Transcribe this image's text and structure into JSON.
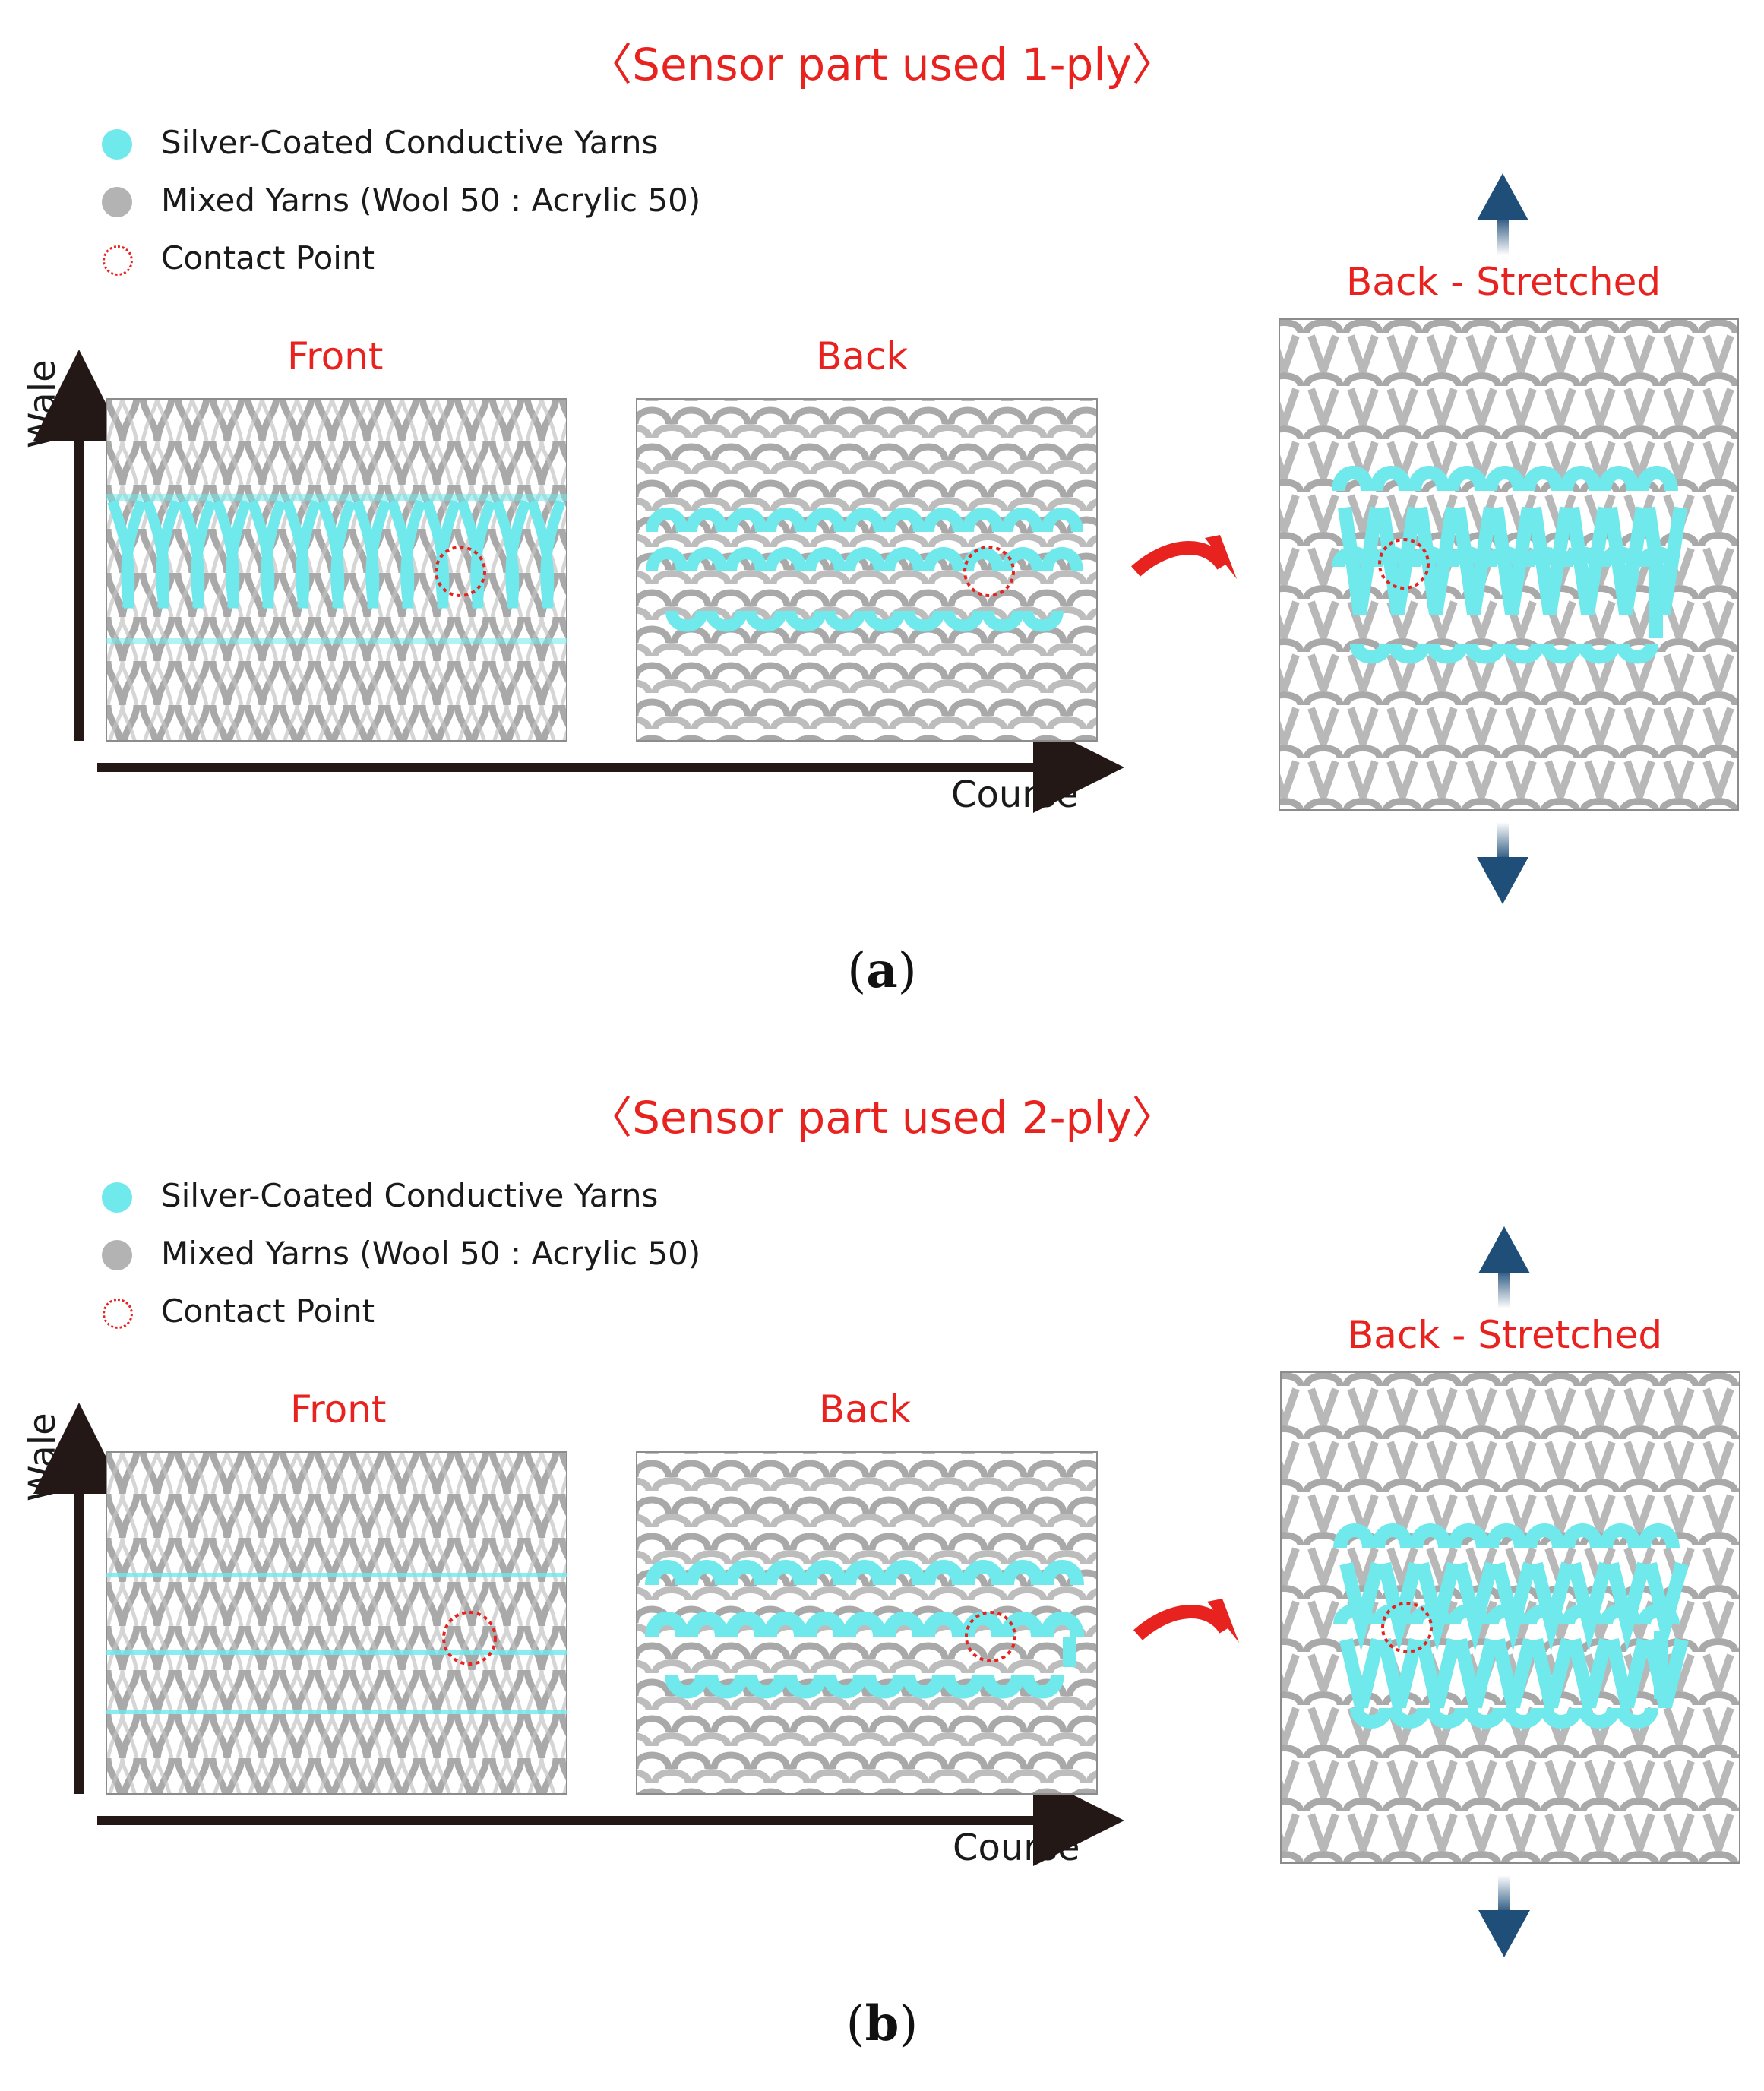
{
  "panels": [
    {
      "id": "a",
      "title": "〈Sensor part used 1-ply〉",
      "legend": [
        {
          "label": "Silver-Coated Conductive Yarns",
          "icon": "cyan-dot-icon",
          "color": "#6fe9ec"
        },
        {
          "label": "Mixed Yarns (Wool 50 : Acrylic 50)",
          "icon": "gray-dot-icon",
          "color": "#b3b3b3"
        },
        {
          "label": "Contact Point",
          "icon": "contact-ring-icon",
          "color": "#e8231f"
        }
      ],
      "front_label": "Front",
      "back_label": "Back",
      "stretched_label": "Back - Stretched",
      "wale_label": "Wale",
      "course_label": "Course",
      "sub_letter": "a"
    },
    {
      "id": "b",
      "title": "〈Sensor part used 2-ply〉",
      "legend": [
        {
          "label": "Silver-Coated Conductive Yarns",
          "icon": "cyan-dot-icon",
          "color": "#6fe9ec"
        },
        {
          "label": "Mixed Yarns (Wool 50 : Acrylic 50)",
          "icon": "gray-dot-icon",
          "color": "#b3b3b3"
        },
        {
          "label": "Contact Point",
          "icon": "contact-ring-icon",
          "color": "#e8231f"
        }
      ],
      "front_label": "Front",
      "back_label": "Back",
      "stretched_label": "Back - Stretched",
      "wale_label": "Wale",
      "course_label": "Course",
      "sub_letter": "b"
    }
  ],
  "colors": {
    "conductive": "#6fe9ec",
    "mixed": "#b3b3b3",
    "accent": "#e8231f",
    "axis": "#231815",
    "stretch_arrow": "#1f4e79"
  }
}
